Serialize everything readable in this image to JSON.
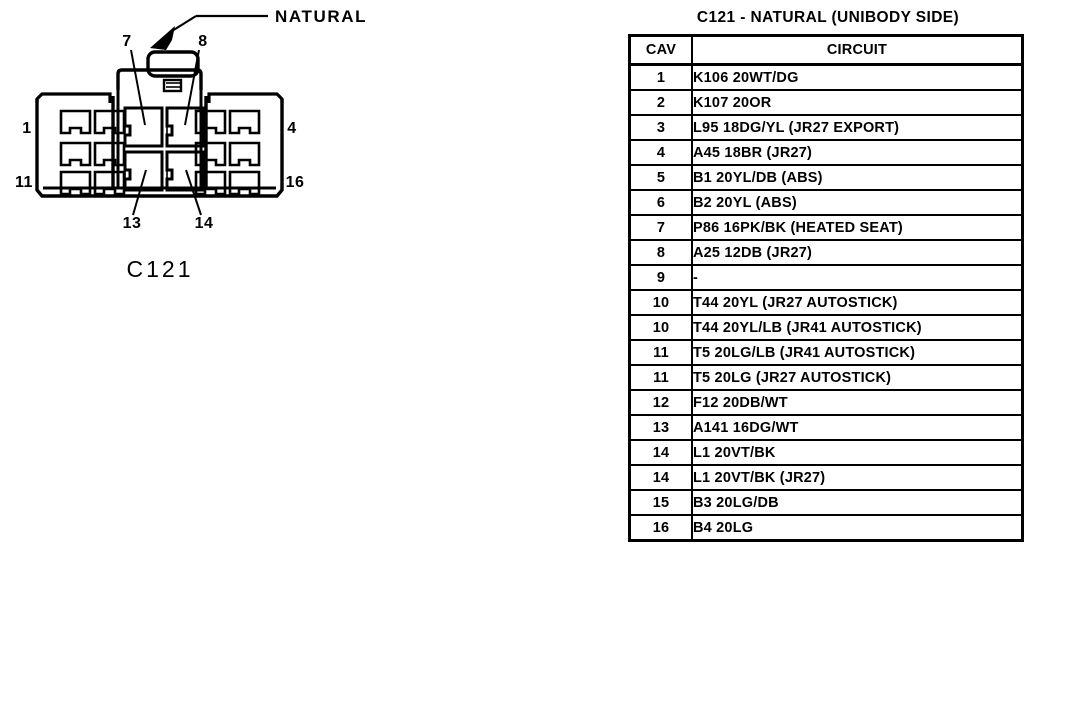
{
  "diagram": {
    "connector_id": "C121",
    "color_callout": "NATURAL",
    "caption": "C121",
    "corner_labels": {
      "top_left": "1",
      "bottom_left": "11",
      "top_right": "4",
      "bottom_right": "16"
    },
    "center_labels": {
      "top_left": "7",
      "top_right": "8",
      "bottom_left": "13",
      "bottom_right": "14"
    },
    "cavity_count": 16,
    "line_color": "#000000"
  },
  "table": {
    "title": "C121 - NATURAL (UNIBODY SIDE)",
    "columns": [
      "CAV",
      "CIRCUIT"
    ],
    "rows": [
      {
        "cav": "1",
        "circuit": "K106 20WT/DG"
      },
      {
        "cav": "2",
        "circuit": "K107 20OR"
      },
      {
        "cav": "3",
        "circuit": "L95 18DG/YL (JR27 EXPORT)"
      },
      {
        "cav": "4",
        "circuit": "A45 18BR (JR27)"
      },
      {
        "cav": "5",
        "circuit": "B1 20YL/DB (ABS)"
      },
      {
        "cav": "6",
        "circuit": "B2 20YL (ABS)"
      },
      {
        "cav": "7",
        "circuit": "P86 16PK/BK (HEATED SEAT)"
      },
      {
        "cav": "8",
        "circuit": "A25 12DB (JR27)"
      },
      {
        "cav": "9",
        "circuit": "-"
      },
      {
        "cav": "10",
        "circuit": "T44 20YL (JR27 AUTOSTICK)"
      },
      {
        "cav": "10",
        "circuit": "T44 20YL/LB (JR41 AUTOSTICK)"
      },
      {
        "cav": "11",
        "circuit": "T5 20LG/LB (JR41 AUTOSTICK)"
      },
      {
        "cav": "11",
        "circuit": "T5 20LG (JR27 AUTOSTICK)"
      },
      {
        "cav": "12",
        "circuit": "F12 20DB/WT"
      },
      {
        "cav": "13",
        "circuit": "A141 16DG/WT"
      },
      {
        "cav": "14",
        "circuit": "L1 20VT/BK"
      },
      {
        "cav": "14",
        "circuit": "L1 20VT/BK (JR27)"
      },
      {
        "cav": "15",
        "circuit": "B3 20LG/DB"
      },
      {
        "cav": "16",
        "circuit": "B4 20LG"
      }
    ]
  }
}
